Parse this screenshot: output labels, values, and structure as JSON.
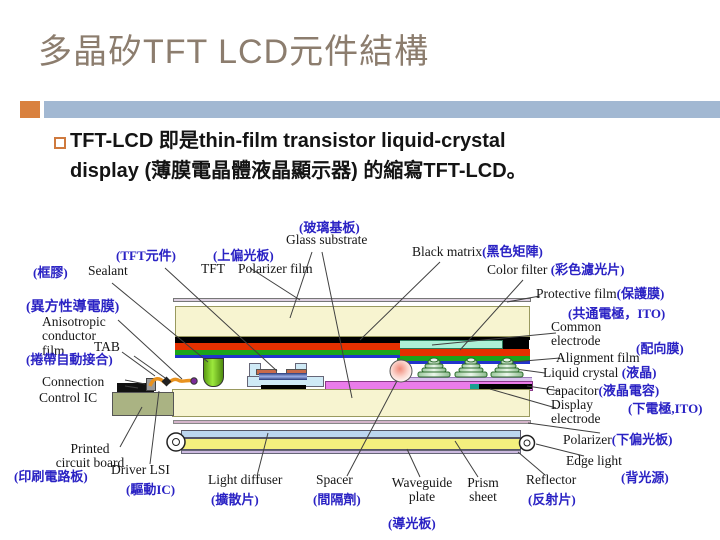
{
  "slide": {
    "title": "多晶矽TFT LCD元件結構",
    "body_line1": "TFT-LCD 即是thin-film transistor liquid-crystal",
    "body_line2": "display (薄膜電晶體液晶顯示器) 的縮寫TFT-LCD。"
  },
  "colors": {
    "title_text": "#8c7d6e",
    "accent_orange": "#d9813f",
    "accent_bar_blue": "#a2b8d2",
    "label_blue": "#2a22c4",
    "glass_cream": "#f7f4d0",
    "color_filter_red": "#e53000",
    "layer_green": "#1ca41c",
    "ito_blue": "#2233cc",
    "common_electrode_cyan": "#adf0d6",
    "display_electrode_magenta": "#ea7cea",
    "waveguide_yellow": "#f4ef7e"
  },
  "diagram": {
    "labels": {
      "glass_zh": "(玻璃基板)",
      "glass_en": "Glass substrate",
      "black_matrix_en": "Black matrix",
      "black_matrix_zh": "(黑色矩陣)",
      "color_filter_en": "Color filter",
      "color_filter_zh": "(彩色濾光片)",
      "tft_zh": "(TFT元件)",
      "tft_en": "TFT",
      "polarizer_top_zh": "(上偏光板)",
      "polarizer_top_en": "Polarizer film",
      "sealant_zh": "(框膠)",
      "sealant_en": "Sealant",
      "acf_zh": "(異方性導電膜)",
      "acf_en_1": "Anisotropic",
      "acf_en_2": "conductor",
      "acf_en_3": "film",
      "tab_en": "TAB",
      "tab_zh": "(捲帶自動接合)",
      "connection_en": "Connection",
      "control_ic_en": "Control IC",
      "pcb_en_1": "Printed",
      "pcb_en_2": "circuit board",
      "pcb_zh": "(印刷電路板)",
      "driver_lsi_en": "Driver LSI",
      "driver_lsi_zh": "(驅動IC)",
      "light_diffuser_en": "Light diffuser",
      "light_diffuser_zh": "(擴散片)",
      "spacer_en": "Spacer",
      "spacer_zh": "(間隔劑)",
      "waveguide_en_1": "Waveguide",
      "waveguide_en_2": "plate",
      "waveguide_zh": "(導光板)",
      "prism_en_1": "Prism",
      "prism_en_2": "sheet",
      "reflector_en": "Reflector",
      "reflector_zh": "(反射片)",
      "protective_en": "Protective film",
      "protective_zh": "(保護膜)",
      "common_zh": "(共通電極，ITO)",
      "common_en_1": "Common",
      "common_en_2": "electrode",
      "alignment_zh": "(配向膜)",
      "alignment_en": "Alignment film",
      "lc_en": "Liquid crystal",
      "lc_zh": "(液晶)",
      "capacitor_en": "Capacitor",
      "capacitor_zh": "(液晶電容)",
      "display_en_1": "Display",
      "display_en_2": "electrode",
      "display_zh": "(下電極,ITO)",
      "polarizer_bottom_en": "Polarizer",
      "polarizer_bottom_zh": "(下偏光板)",
      "edge_light_en": "Edge light",
      "edge_light_zh": "(背光源)"
    }
  }
}
